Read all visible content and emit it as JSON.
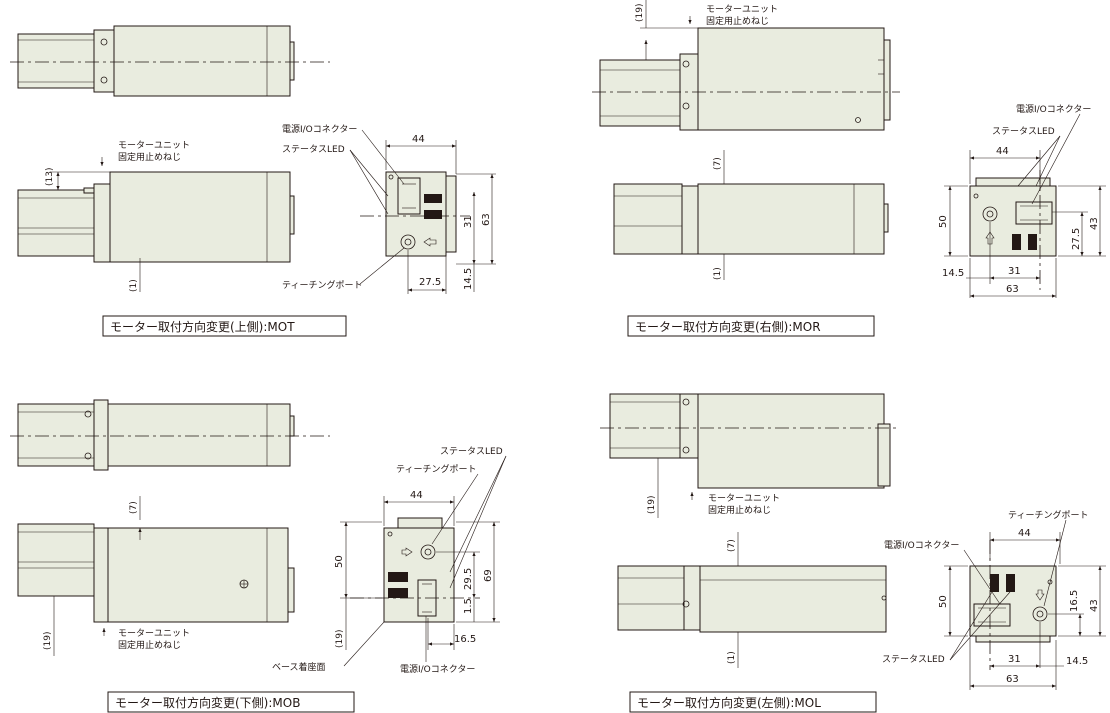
{
  "colors": {
    "body_fill": "#e9ecdf",
    "line": "#231815",
    "background": "#ffffff"
  },
  "icons": [
    "screw-icon",
    "connector-icon",
    "teaching-port-icon",
    "arrow-icon"
  ],
  "panels": {
    "mot": {
      "caption": "モーター取付方向変更(上側):MOT",
      "screw_label_1": "モーターユニット",
      "screw_label_2": "固定用止めねじ",
      "offset_13": "(13)",
      "offset_1": "(1)",
      "label_connector": "電源I/Oコネクター",
      "label_led": "ステータスLED",
      "label_port": "ティーチングポート",
      "dim_44": "44",
      "dim_31": "31",
      "dim_63": "63",
      "dim_27_5": "27.5",
      "dim_14_5": "14.5"
    },
    "mor": {
      "caption": "モーター取付方向変更(右側):MOR",
      "offset_19": "(19)",
      "screw_label_1": "モーターユニット",
      "screw_label_2": "固定用止めねじ",
      "offset_7": "(7)",
      "offset_1": "(1)",
      "label_connector": "電源I/Oコネクター",
      "label_led": "ステータスLED",
      "dim_44": "44",
      "dim_50": "50",
      "dim_27_5": "27.5",
      "dim_43": "43",
      "dim_14_5": "14.5",
      "dim_31": "31",
      "dim_63": "63"
    },
    "mob": {
      "caption": "モーター取付方向変更(下側):MOB",
      "offset_7": "(7)",
      "offset_19a": "(19)",
      "offset_19b": "(19)",
      "screw_label_1": "モーターユニット",
      "screw_label_2": "固定用止めねじ",
      "label_led": "ステータスLED",
      "label_port": "ティーチングポート",
      "label_base": "ベース着座面",
      "label_connector": "電源I/Oコネクター",
      "dim_44": "44",
      "dim_50": "50",
      "dim_29_5": "29.5",
      "dim_69": "69",
      "dim_1_5": "1.5",
      "dim_16_5": "16.5"
    },
    "mol": {
      "caption": "モーター取付方向変更(左側):MOL",
      "offset_19": "(19)",
      "screw_label_1": "モーターユニット",
      "screw_label_2": "固定用止めねじ",
      "offset_7": "(7)",
      "offset_1": "(1)",
      "label_port": "ティーチングポート",
      "label_connector": "電源I/Oコネクター",
      "label_led": "ステータスLED",
      "dim_44": "44",
      "dim_50": "50",
      "dim_16_5": "16.5",
      "dim_43": "43",
      "dim_31": "31",
      "dim_14_5": "14.5",
      "dim_63": "63"
    }
  }
}
